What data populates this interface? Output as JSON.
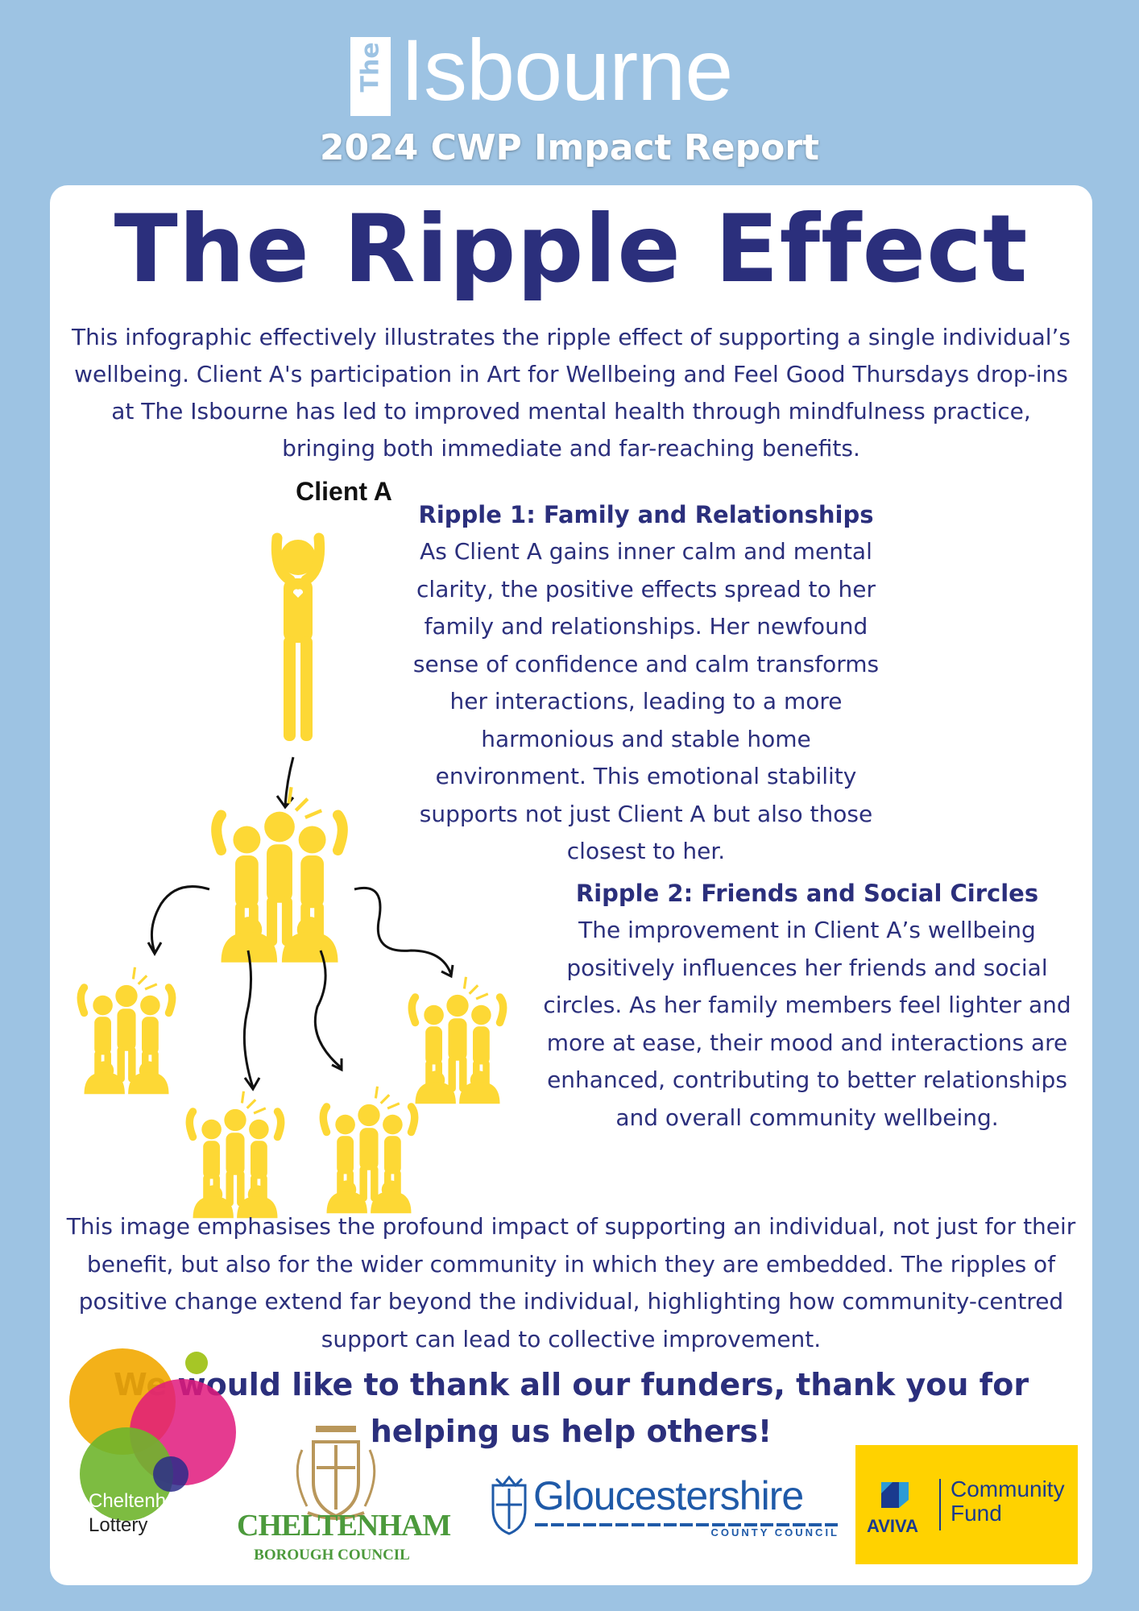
{
  "header": {
    "logo_the": "The",
    "logo_word": "Isbourne",
    "subtitle": "2024 CWP Impact Report"
  },
  "main": {
    "title": "The Ripple Effect",
    "intro": "This infographic effectively illustrates the ripple effect of supporting a single individual’s wellbeing. Client A's participation in Art for Wellbeing and Feel Good Thursdays drop-ins at The Isbourne has led to improved mental health through mindfulness practice, bringing both immediate and far-reaching benefits.",
    "client_label": "Client A",
    "ripple1": {
      "heading": "Ripple 1: Family and Relationships",
      "body": "As Client A gains inner calm and mental clarity, the positive effects spread to her family and relationships. Her newfound sense of confidence and calm transforms her interactions, leading to a more harmonious and stable home environment. This emotional stability supports not just Client A but also those closest to her."
    },
    "ripple2": {
      "heading": "Ripple 2: Friends and Social Circles",
      "body": "The improvement in Client A’s wellbeing positively influences her friends and social circles. As her family members feel lighter and more at ease, their mood and interactions are enhanced, contributing to better relationships and overall community wellbeing."
    },
    "outro": "This image emphasises the profound impact of supporting an individual, not just for their benefit, but also for the wider community in which they are embedded. The ripples of positive change extend far beyond the individual, highlighting how community-centred support can lead to collective improvement.",
    "thanks": "We would like to thank all our funders, thank you for helping us help others!"
  },
  "funders": {
    "lottery_line1": "Cheltenham",
    "lottery_line2": "Lottery",
    "cbc_name": "CHELTENHAM",
    "cbc_sub": "BOROUGH COUNCIL",
    "glos_name": "Gloucestershire",
    "glos_sub": "COUNTY COUNCIL",
    "aviva_brand": "AVIVA",
    "aviva_fund": "Community Fund"
  },
  "colors": {
    "background": "#9dc3e3",
    "navy_text": "#2b2f7c",
    "figure_yellow": "#fdd835",
    "aviva_yellow": "#ffd200"
  }
}
